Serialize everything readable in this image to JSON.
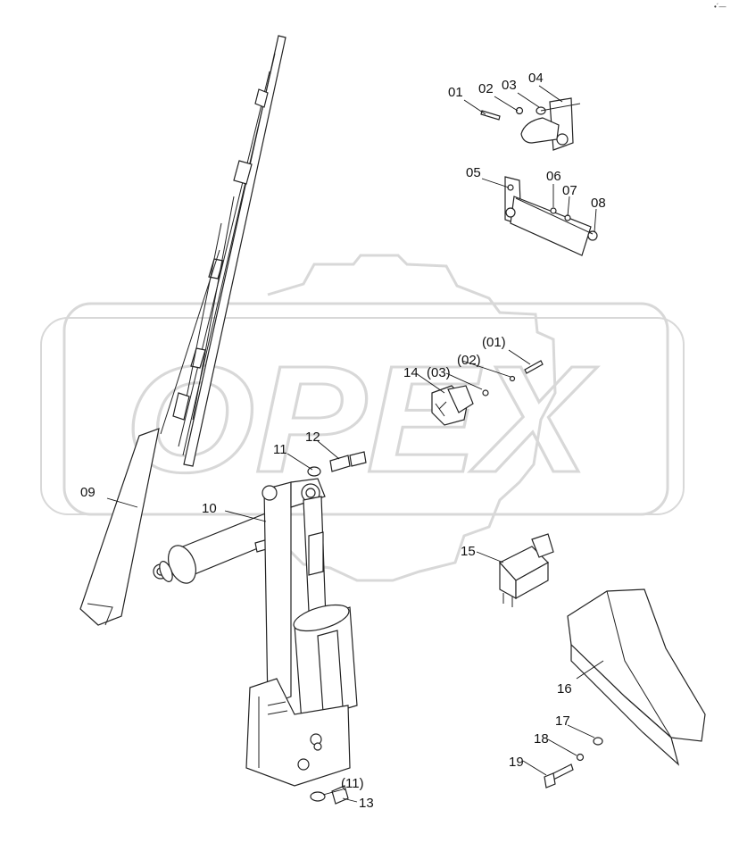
{
  "diagram": {
    "watermark_text": "OPEX",
    "corner_mark": "•´—",
    "colors": {
      "line": "#222222",
      "watermark": "#d8d8d8",
      "background": "#ffffff"
    },
    "labels": {
      "p01": "01",
      "p02": "02",
      "p03": "03",
      "p04": "04",
      "p05": "05",
      "p06": "06",
      "p07": "07",
      "p08": "08",
      "p09": "09",
      "p10": "10",
      "p11": "11",
      "p12": "12",
      "p13": "13",
      "p14": "14",
      "p15": "15",
      "p16": "16",
      "p17": "17",
      "p18": "18",
      "p19": "19",
      "p03b": "(03)",
      "p02b": "(02)",
      "p01b": "(01)",
      "p11b": "(11)"
    }
  }
}
